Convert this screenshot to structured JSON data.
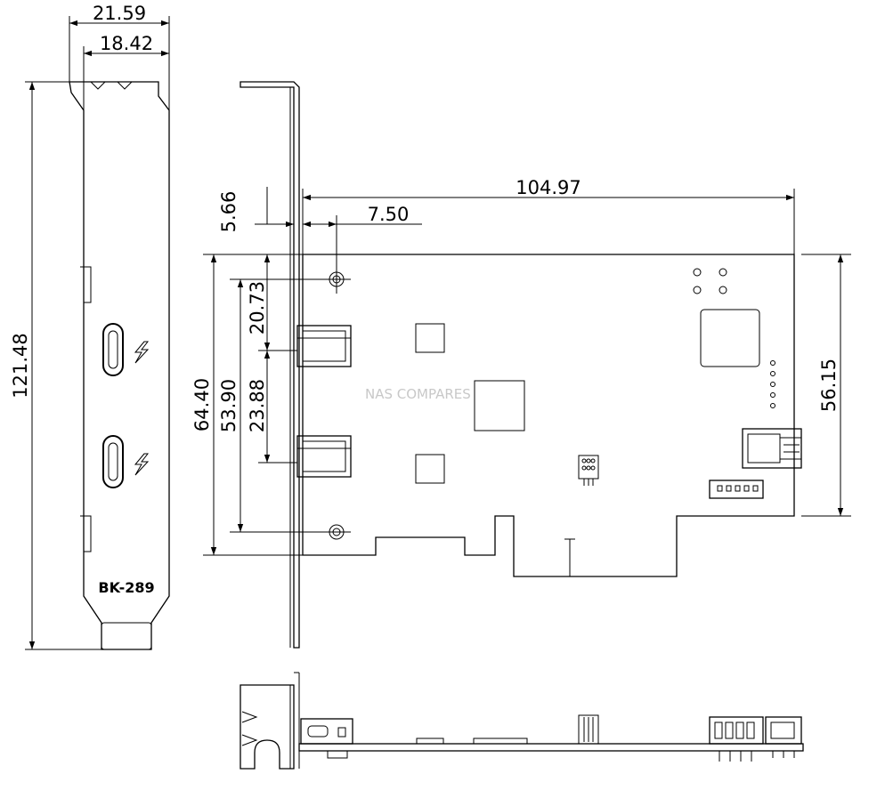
{
  "bracket_front": {
    "dim_outer_width": "21.59",
    "dim_inner_width": "18.42",
    "dim_height": "121.48",
    "label": "BK-289"
  },
  "side_view": {
    "dim_flange": "5.66",
    "dim_hole_offset": "7.50",
    "dim_board_length": "104.97",
    "dim_total_height": "64.40",
    "dim_hole_span": "53.90",
    "dim_port_top": "20.73",
    "dim_port_span": "23.88",
    "dim_board_height": "56.15"
  },
  "watermark": "NAS COMPARES"
}
